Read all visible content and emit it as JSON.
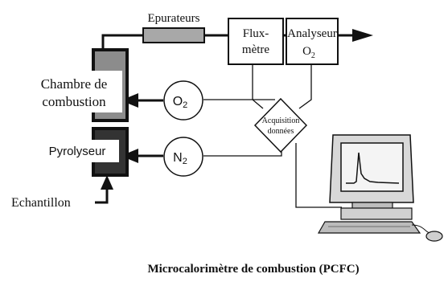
{
  "labels": {
    "epurateurs": "Epurateurs",
    "debitmetre_line1": "Flux-",
    "debitmetre_line2": "mètre",
    "analyseur_line1": "Analyseur",
    "analyseur_line2_main": "O",
    "analyseur_line2_sub": "2",
    "chambre_line1": "Chambre de",
    "chambre_line2": "combustion",
    "pyrolyseur": "Pyrolyseur",
    "echantillon": "Echantillon",
    "o2_main": "O",
    "o2_sub": "2",
    "n2_main": "N",
    "n2_sub": "2",
    "acquisition_line1": "Acquisition",
    "acquisition_line2": "données",
    "caption": "Microcalorimètre de combustion (PCFC)"
  },
  "colors": {
    "line": "#111111",
    "epurateur_fill": "#a8a8a8",
    "chambre_fill": "#8c8c8c",
    "pyrolyseur_fill": "#333333",
    "monitor_body": "#d8d8d8",
    "screen": "#f4f4f4"
  },
  "icons": {
    "computer": "desktop-computer-icon",
    "signal_peak": "signal-peak-icon"
  }
}
